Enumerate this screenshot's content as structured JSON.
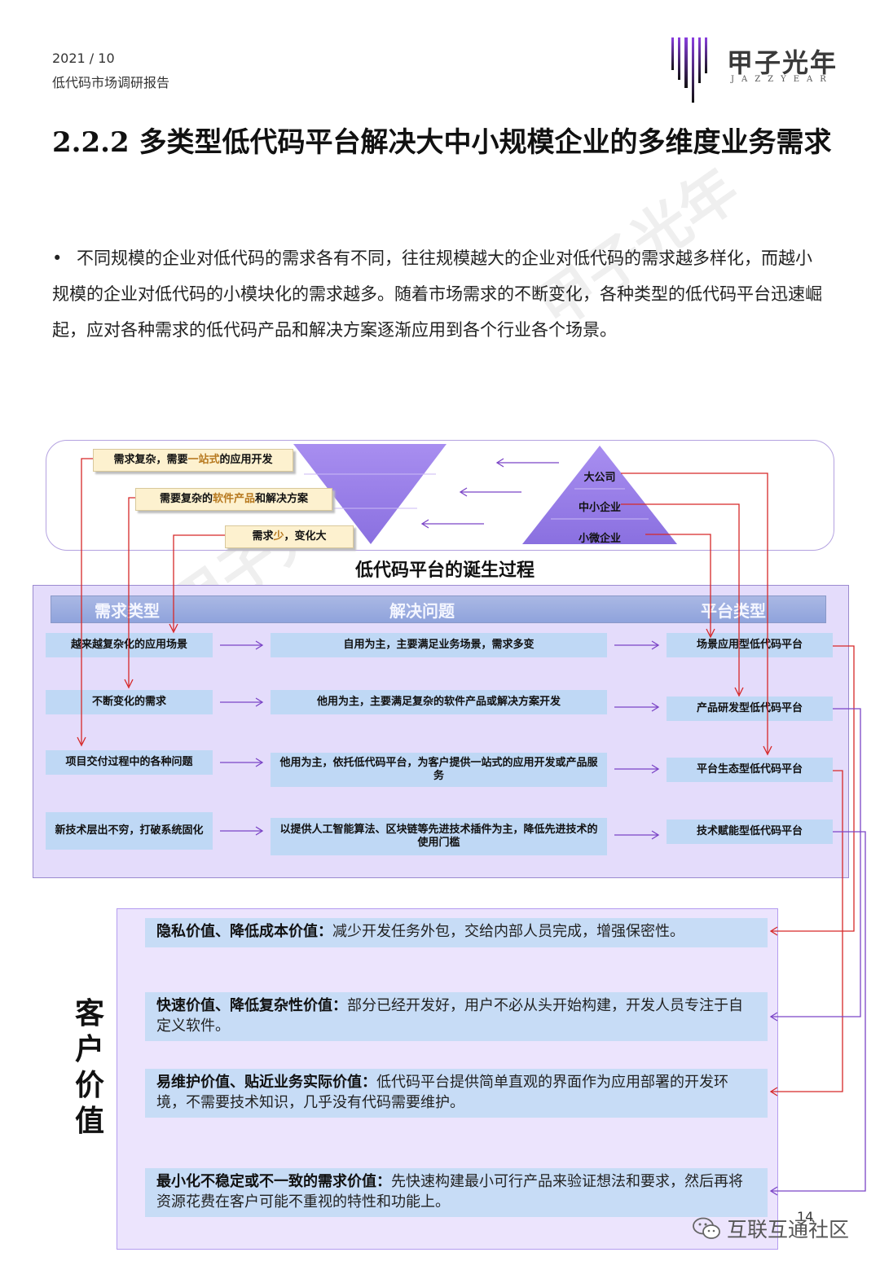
{
  "header": {
    "date": "2021 / 10",
    "subtitle": "低代码市场调研报告"
  },
  "logo": {
    "cn": "甲子光年",
    "en": "JAZZYEAR"
  },
  "title": "2.2.2 多类型低代码平台解决大中小规模企业的多维度业务需求",
  "paragraph": "不同规模的企业对低代码的需求各有不同，往往规模越大的企业对低代码的需求越多样化，而越小规模的企业对低代码的小模块化的需求越多。随着市场需求的不断变化，各种类型的低代码平台迅速崛起，应对各种需求的低代码产品和解决方案逐渐应用到各个行业各个场景。",
  "watermark": "甲子光年",
  "diagram": {
    "callouts": [
      {
        "pre": "需求复杂，需要",
        "hl": "一站式",
        "post": "的应用开发"
      },
      {
        "pre": "需要复杂的",
        "hl": "软件产品",
        "post": "和解决方案"
      },
      {
        "pre": "需求",
        "hl": "少",
        "post": "，变化大"
      }
    ],
    "pyramid": [
      "大公司",
      "中小企业",
      "小微企业"
    ],
    "title": "低代码平台的诞生过程",
    "columns": [
      "需求类型",
      "解决问题",
      "平台类型"
    ],
    "rows": [
      {
        "need": "越来越复杂化的应用场景",
        "solve": "自用为主，主要满足业务场景，需求多变",
        "platform": "场景应用型低代码平台"
      },
      {
        "need": "不断变化的需求",
        "solve": "他用为主，主要满足复杂的软件产品或解决方案开发",
        "platform": "产品研发型低代码平台"
      },
      {
        "need": "项目交付过程中的各种问题",
        "solve": "他用为主，依托低代码平台，为客户提供一站式的应用开发或产品服务",
        "platform": "平台生态型低代码平台"
      },
      {
        "need": "新技术层出不穷，打破系统固化",
        "solve": "以提供人工智能算法、区块链等先进技术插件为主，降低先进技术的使用门槛",
        "platform": "技术赋能型低代码平台"
      }
    ],
    "side_title": "客户价值",
    "values": [
      {
        "bold": "隐私价值、降低成本价值：",
        "text": "减少开发任务外包，交给内部人员完成，增强保密性。"
      },
      {
        "bold": "快速价值、降低复杂性价值：",
        "text": "部分已经开发好，用户不必从头开始构建，开发人员专注于自定义软件。"
      },
      {
        "bold": "易维护价值、贴近业务实际价值：",
        "text": "低代码平台提供简单直观的界面作为应用部署的开发环境，不需要技术知识，几乎没有代码需要维护。"
      },
      {
        "bold": "最小化不稳定或不一致的需求价值：",
        "text": "先快速构建最小可行产品来验证想法和要求，然后再将资源花费在客户可能不重视的特性和功能上。"
      }
    ]
  },
  "footer": {
    "page": "14",
    "wechat": "互联互通社区"
  },
  "colors": {
    "purple": "#7b44c6",
    "red": "#d62828",
    "cell": "#bfd8f5",
    "panel": "#e4dcfb"
  }
}
